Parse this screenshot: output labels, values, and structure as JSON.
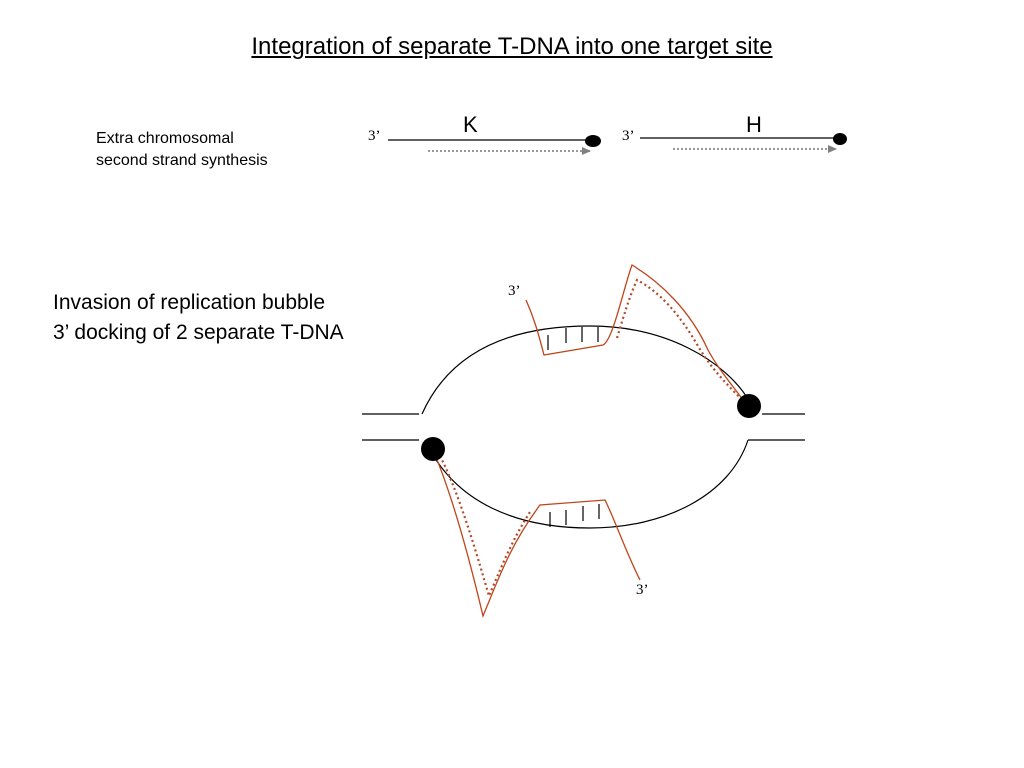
{
  "title": "Integration of separate T-DNA into one target site",
  "step1": {
    "label_line1": "Extra chromosomal",
    "label_line2": "second strand synthesis",
    "strand_k": {
      "letter": "K",
      "end_label": "3’"
    },
    "strand_h": {
      "letter": "H",
      "end_label": "3’"
    }
  },
  "step2": {
    "label_line1": "Invasion of replication bubble",
    "label_line2": "3’ docking of 2 separate T-DNA",
    "top_end_label": "3’",
    "bottom_end_label": "3’"
  },
  "colors": {
    "tdna_strand": "#c0451a",
    "synthesis_dotted": "#b5482a",
    "synthesis_arrow": "#808080",
    "dna": "#000000"
  }
}
